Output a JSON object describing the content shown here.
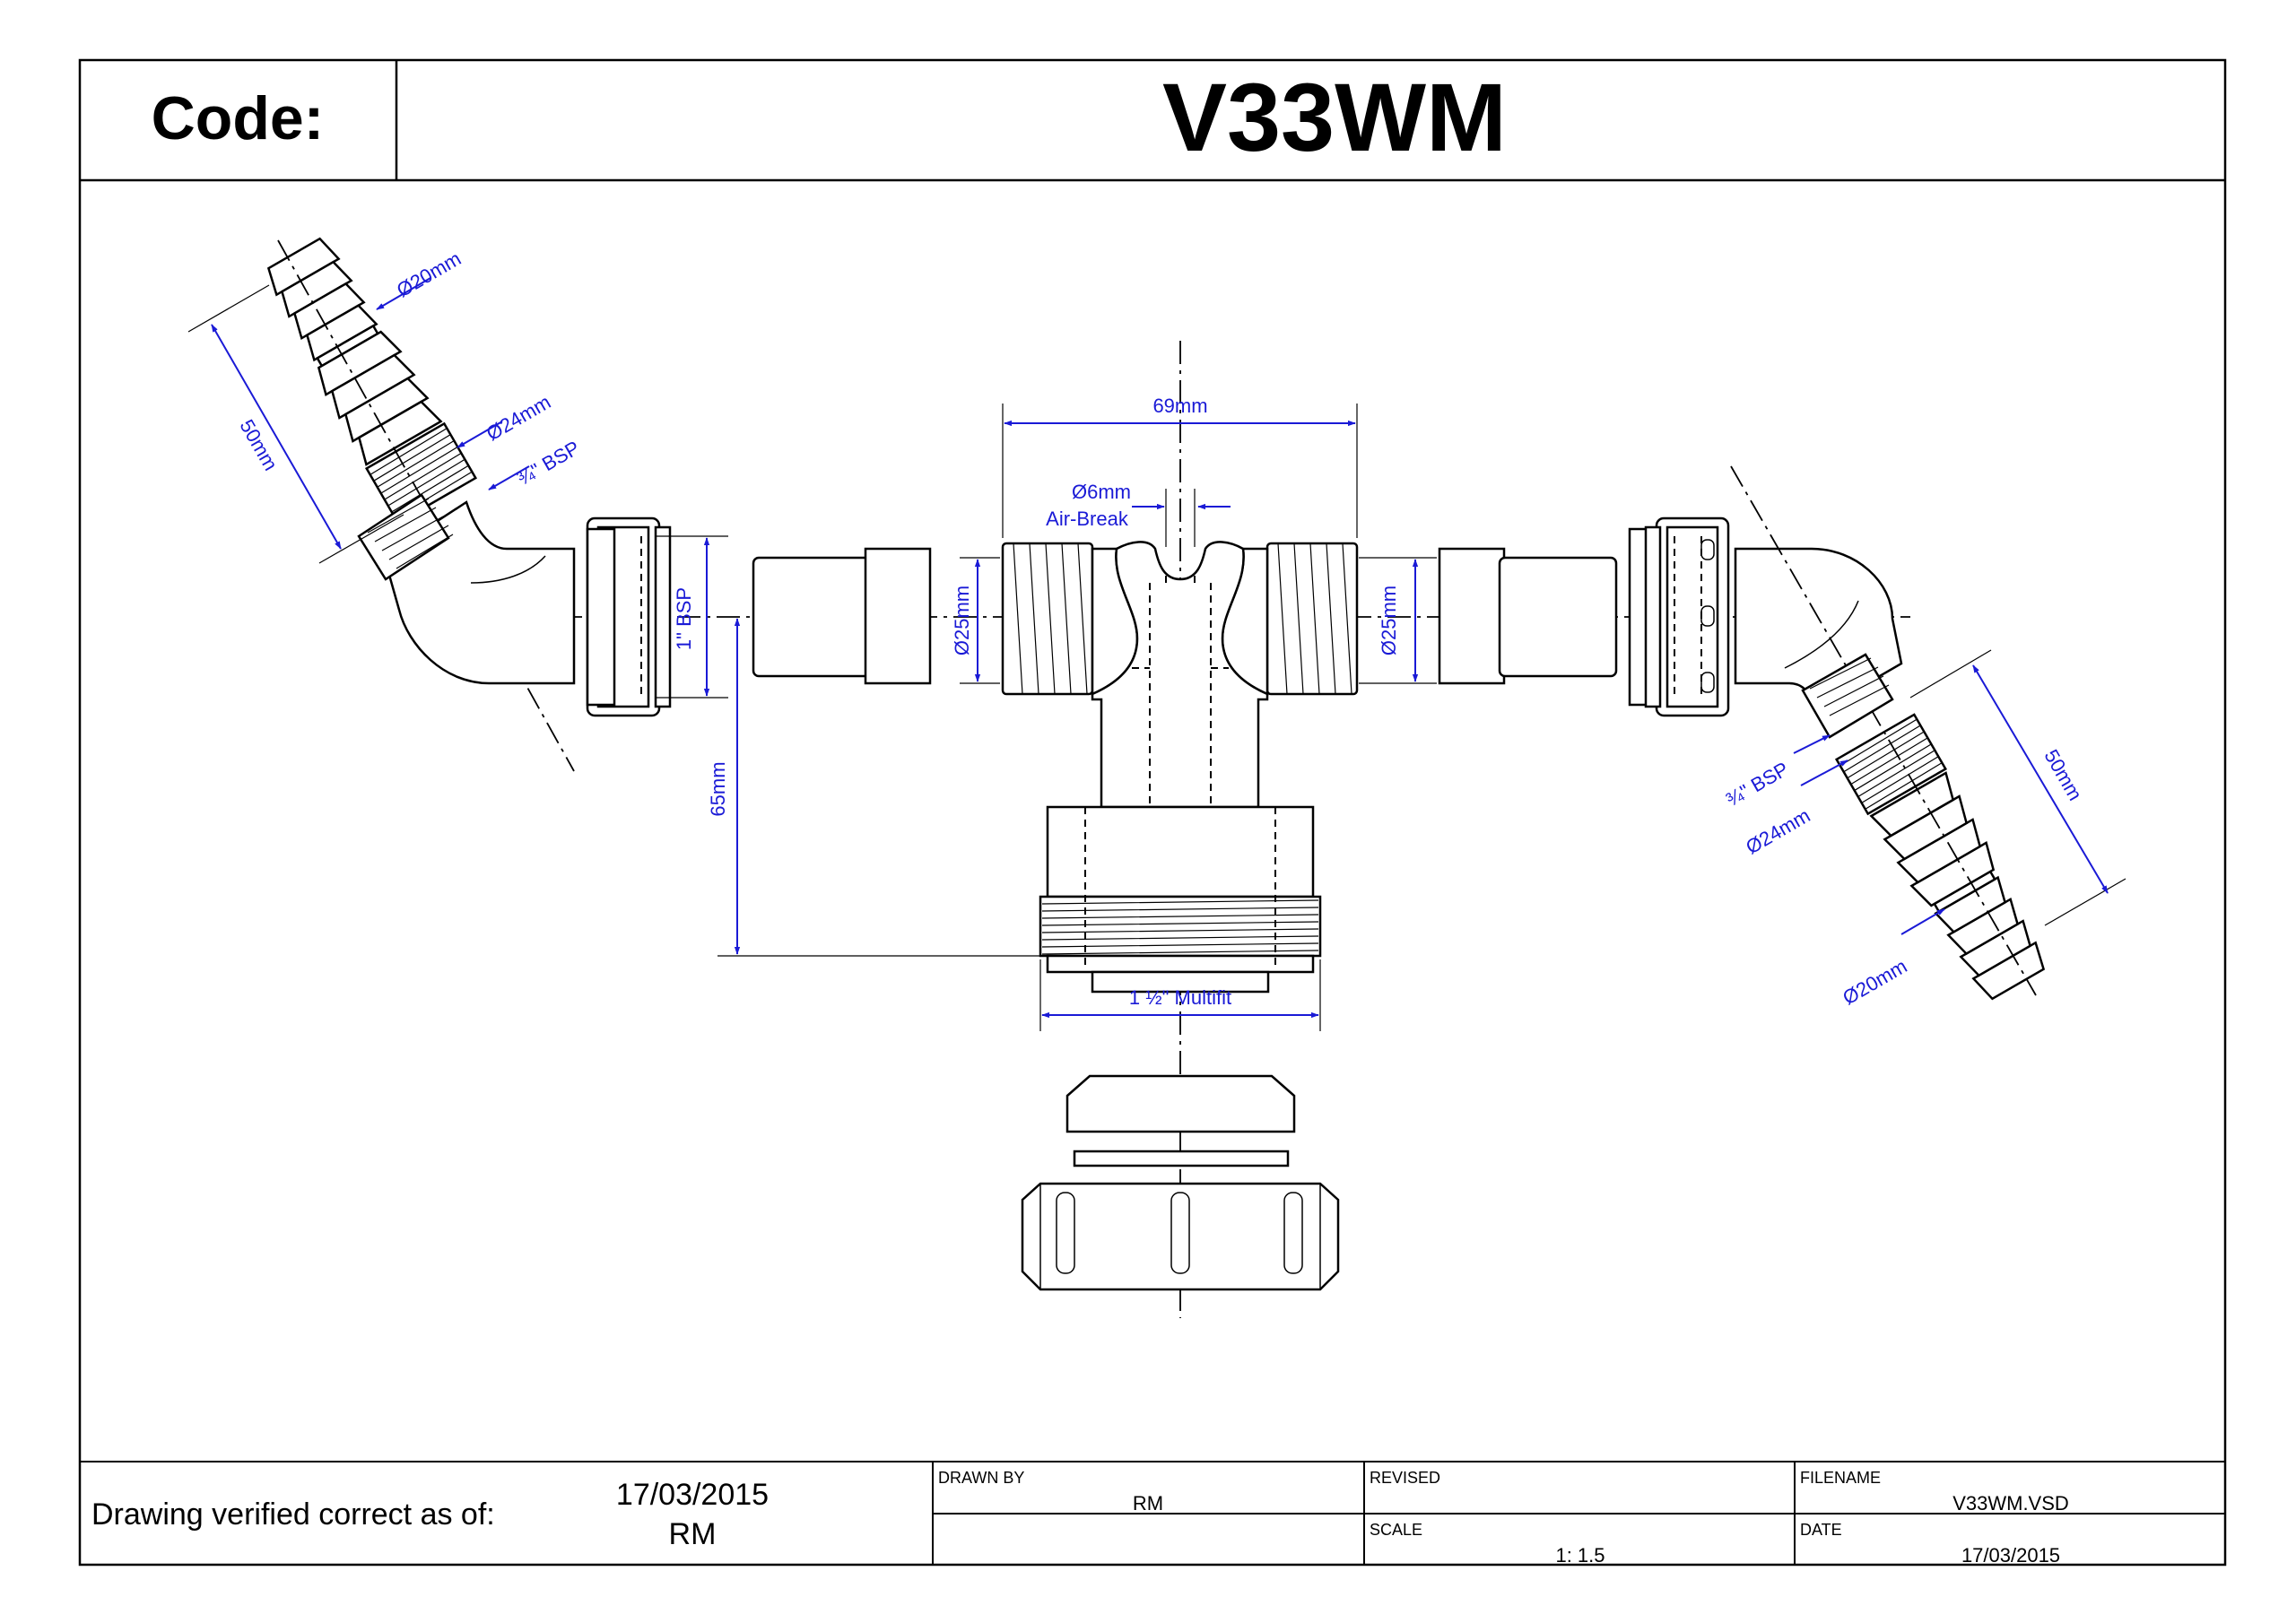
{
  "header": {
    "code_label": "Code:",
    "code_value": "V33WM"
  },
  "dimensions": {
    "left_tail_length": "50mm",
    "left_tail_dia_small": "Ø20mm",
    "left_tail_dia_large": "Ø24mm",
    "left_tail_thread": "¾\" BSP",
    "left_inlet_thread": "1\" BSP",
    "overall_width": "69mm",
    "air_break_dia": "Ø6mm",
    "air_break_label": "Air-Break",
    "left_port_dia": "Ø25mm",
    "right_port_dia": "Ø25mm",
    "height": "65mm",
    "outlet_size": "1 ½\" Multifit",
    "right_tail_thread": "¾\" BSP",
    "right_tail_dia_large": "Ø24mm",
    "right_tail_dia_small": "Ø20mm",
    "right_tail_length": "50mm"
  },
  "title_block": {
    "verified_label": "Drawing verified correct as of:",
    "verified_date": "17/03/2015",
    "verified_by": "RM",
    "drawn_by_label": "DRAWN BY",
    "drawn_by_value": "RM",
    "revised_label": "REVISED",
    "revised_value": "",
    "scale_label": "SCALE",
    "scale_value": "1: 1.5",
    "filename_label": "FILENAME",
    "filename_value": "V33WM.VSD",
    "date_label": "DATE",
    "date_value": "17/03/2015"
  },
  "colors": {
    "dimension": "#1a1ad6",
    "outline": "#000000"
  }
}
